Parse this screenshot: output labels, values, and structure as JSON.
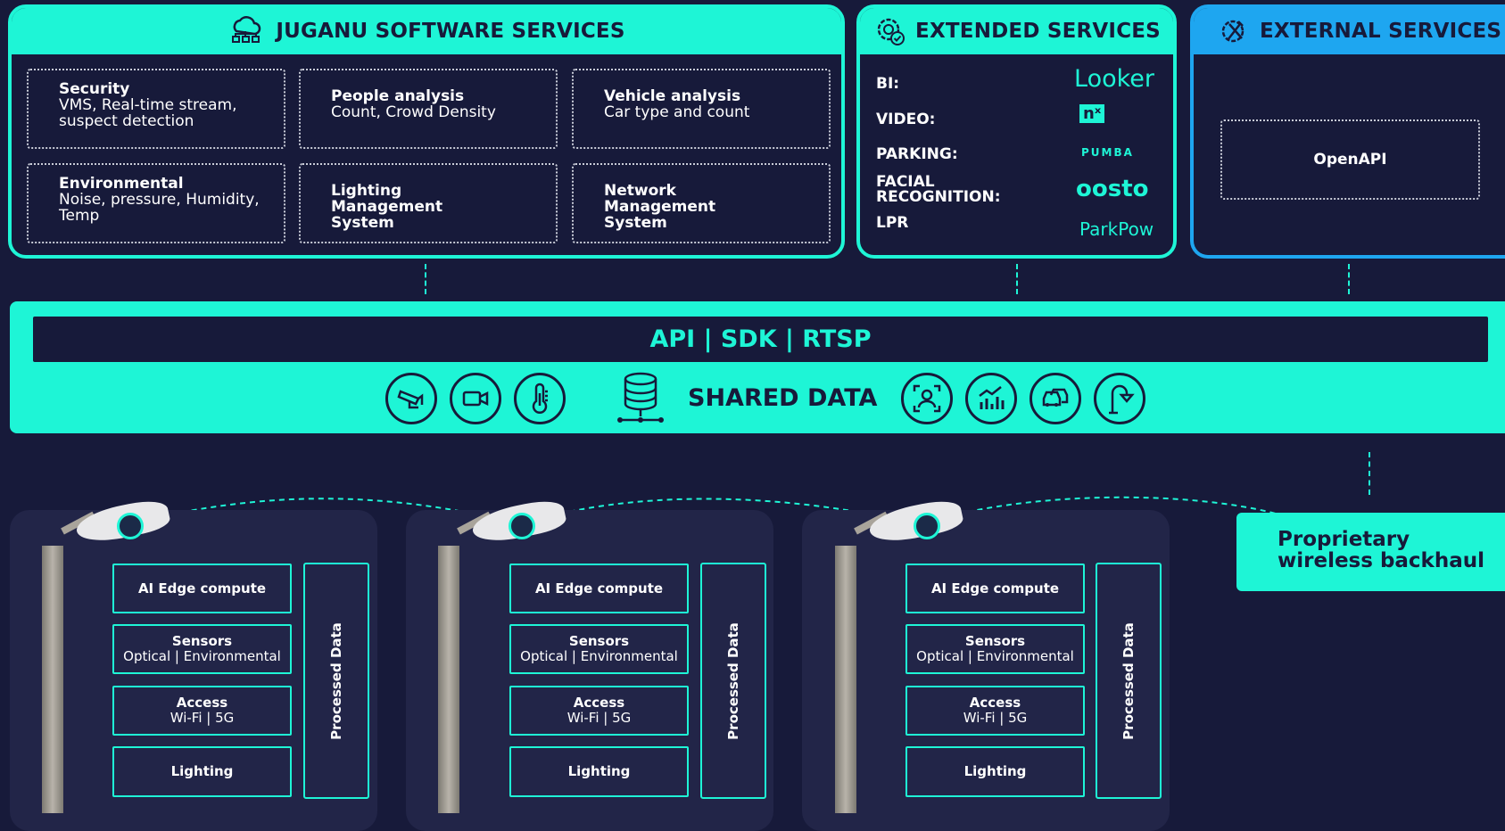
{
  "juganu": {
    "title": "JUGANU SOFTWARE SERVICES",
    "services": [
      {
        "title": "Security",
        "desc": "VMS, Real-time stream, suspect detection"
      },
      {
        "title": "People analysis",
        "desc": "Count, Crowd Density"
      },
      {
        "title": "Vehicle analysis",
        "desc": "Car type and count"
      },
      {
        "title": "Environmental",
        "desc": "Noise, pressure, Humidity, Temp"
      },
      {
        "title": "Lighting Management System",
        "desc": ""
      },
      {
        "title": "Network Management System",
        "desc": ""
      }
    ]
  },
  "extended": {
    "title": "EXTENDED SERVICES",
    "rows": [
      {
        "label": "BI:",
        "logo": "Looker"
      },
      {
        "label": "VIDEO:",
        "logo": "nˣ"
      },
      {
        "label": "PARKING:",
        "logo": "PUMBA"
      },
      {
        "label": "FACIAL RECOGNITION:",
        "logo": "oosto"
      },
      {
        "label": "LPR",
        "logo": "ParkPow"
      }
    ]
  },
  "external": {
    "title": "EXTERNAL SERVICES",
    "item": "OpenAPI"
  },
  "middle": {
    "api": "API | SDK | RTSP",
    "shared": "SHARED DATA",
    "icons": [
      "security-camera-icon",
      "video-camera-icon",
      "thermometer-icon",
      "database-icon",
      "face-scan-icon",
      "analytics-people-icon",
      "traffic-icon",
      "street-light-icon"
    ]
  },
  "nodes": [
    {
      "edge": "AI Edge compute",
      "sensors": "Sensors",
      "sensors_sub": "Optical | Environmental",
      "access": "Access",
      "access_sub": "Wi-Fi | 5G",
      "lighting": "Lighting",
      "processed": "Processed Data"
    },
    {
      "edge": "AI Edge compute",
      "sensors": "Sensors",
      "sensors_sub": "Optical | Environmental",
      "access": "Access",
      "access_sub": "Wi-Fi | 5G",
      "lighting": "Lighting",
      "processed": "Processed Data"
    },
    {
      "edge": "AI Edge compute",
      "sensors": "Sensors",
      "sensors_sub": "Optical | Environmental",
      "access": "Access",
      "access_sub": "Wi-Fi | 5G",
      "lighting": "Lighting",
      "processed": "Processed Data"
    }
  ],
  "backhaul": {
    "line1": "Proprietary",
    "line2": "wireless backhaul"
  },
  "colors": {
    "background": "#171a3a",
    "accent": "#1ef5d6",
    "external": "#1ea6f0",
    "card": "#222548"
  }
}
